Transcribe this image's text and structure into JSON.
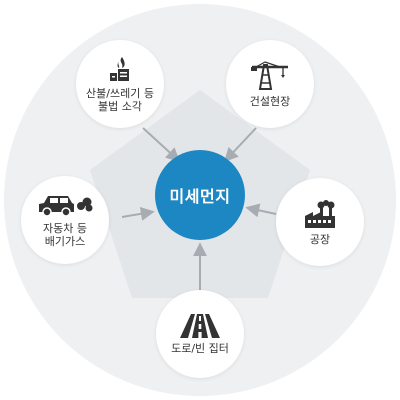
{
  "center": {
    "label": "미세먼지"
  },
  "sources": [
    {
      "label": "산불/쓰레기 등\n불법 소각",
      "icon": "fire-icon"
    },
    {
      "label": "건설현장",
      "icon": "crane-icon"
    },
    {
      "label": "공장",
      "icon": "factory-icon"
    },
    {
      "label": "도로/빈 집터",
      "icon": "road-icon"
    },
    {
      "label": "자동차 등\n배기가스",
      "icon": "car-exhaust-icon"
    }
  ],
  "colors": {
    "accent": "#1d87c4",
    "ring": "#eef0f2",
    "pentagon": "#e3e6e9",
    "arrow": "#a6acb2",
    "icon": "#333333"
  }
}
